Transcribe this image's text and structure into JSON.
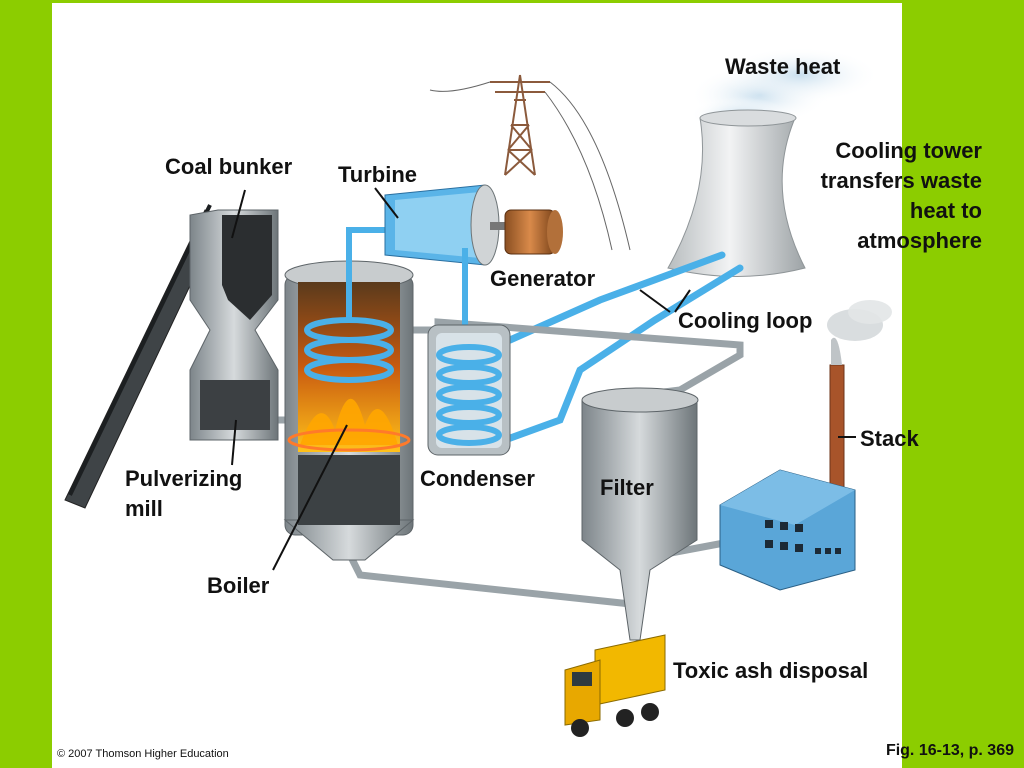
{
  "labels": {
    "waste_heat": "Waste heat",
    "cooling_tower_l1": "Cooling tower",
    "cooling_tower_l2": "transfers waste",
    "cooling_tower_l3": "heat to",
    "cooling_tower_l4": "atmosphere",
    "coal_bunker": "Coal bunker",
    "turbine": "Turbine",
    "generator": "Generator",
    "cooling_loop": "Cooling loop",
    "stack": "Stack",
    "pulverizing_l1": "Pulverizing",
    "pulverizing_l2": "mill",
    "condenser": "Condenser",
    "filter": "Filter",
    "boiler": "Boiler",
    "toxic_ash": "Toxic ash disposal"
  },
  "footer": {
    "copyright": "© 2007 Thomson Higher Education",
    "figure_ref": "Fig. 16-13, p. 369"
  },
  "colors": {
    "background": "#8ccd00",
    "panel": "#ffffff",
    "pipe_water": "#4ab0e8",
    "pipe_gray": "#9aa3a8",
    "flame": "#ff8a00",
    "truck": "#f2b800",
    "building": "#5aa6d8"
  }
}
